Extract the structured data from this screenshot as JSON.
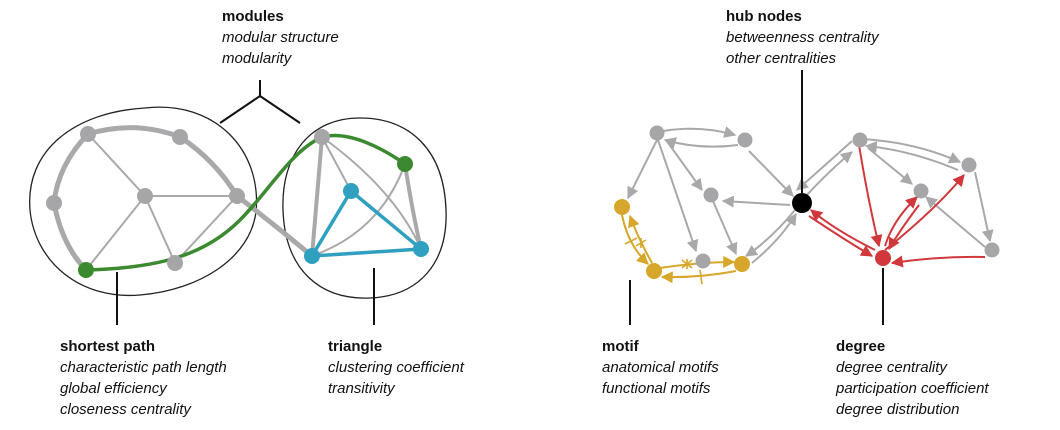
{
  "colors": {
    "gray_edge": "#a9a9ab",
    "gray_node": "#a6a6a8",
    "green": "#3c8a2f",
    "teal": "#2fa0bf",
    "gold": "#d7a72c",
    "red": "#d0383c",
    "hub": "#000000"
  },
  "labels": {
    "modules": {
      "title": "modules",
      "lines": [
        "modular structure",
        "modularity"
      ]
    },
    "shortest_path": {
      "title": "shortest path",
      "lines": [
        "characteristic path length",
        "global efficiency",
        "closeness centrality"
      ]
    },
    "triangle": {
      "title": "triangle",
      "lines": [
        "clustering coefficient",
        "transitivity"
      ]
    },
    "hub_nodes": {
      "title": "hub nodes",
      "lines": [
        "betweenness centrality",
        "other centralities"
      ]
    },
    "motif": {
      "title": "motif",
      "lines": [
        "anatomical motifs",
        "functional motifs"
      ]
    },
    "degree": {
      "title": "degree",
      "lines": [
        "degree centrality",
        "participation coefficient",
        "degree distribution"
      ]
    }
  }
}
